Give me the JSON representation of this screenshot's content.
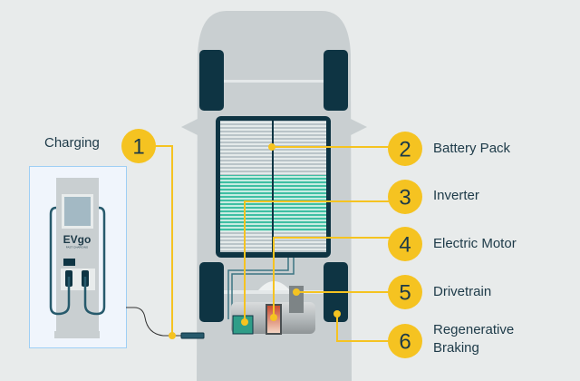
{
  "colors": {
    "accent": "#f5c321",
    "text": "#1d3a48",
    "car": "#c9cfd1",
    "battery_dark": "#0e3443",
    "battery_teal": "#3fbfa3"
  },
  "charger": {
    "brand": "EVgo",
    "subtitle": "FAST CHARGING"
  },
  "callouts": [
    {
      "number": "1",
      "label": "Charging"
    },
    {
      "number": "2",
      "label": "Battery Pack"
    },
    {
      "number": "3",
      "label": "Inverter"
    },
    {
      "number": "4",
      "label": "Electric Motor"
    },
    {
      "number": "5",
      "label": "Drivetrain"
    },
    {
      "number": "6",
      "label": "Regenerative Braking"
    }
  ]
}
